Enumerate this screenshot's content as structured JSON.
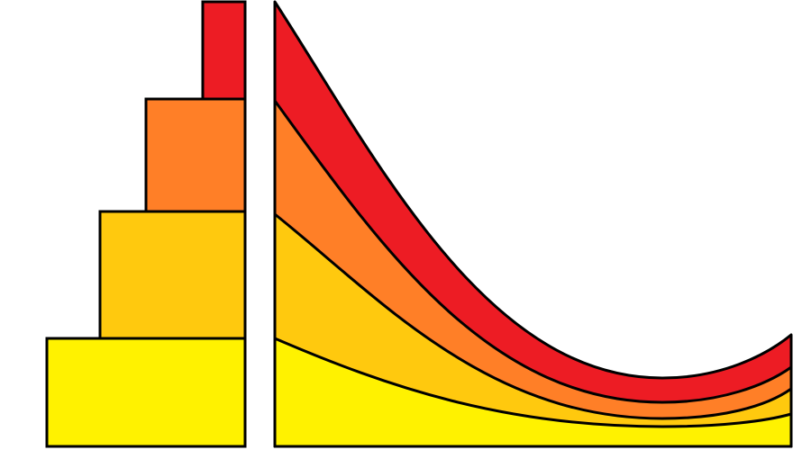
{
  "diagram": {
    "layers": [
      {
        "id": "bottom",
        "color": "#FFF200"
      },
      {
        "id": "second",
        "color": "#FFC90E"
      },
      {
        "id": "third",
        "color": "#FF7F27"
      },
      {
        "id": "top",
        "color": "#ED1C24"
      }
    ],
    "outline_color": "#000000",
    "background_color": "#FFFFFF"
  }
}
